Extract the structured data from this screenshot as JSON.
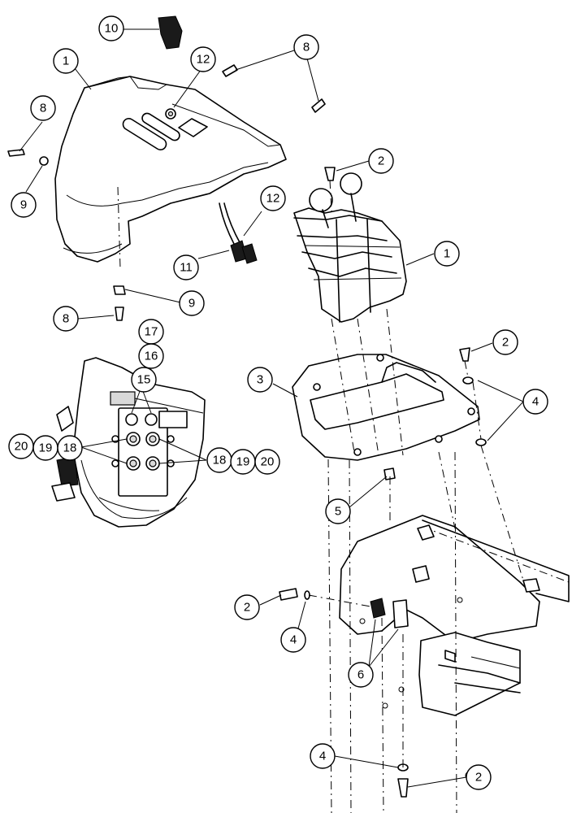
{
  "callouts": [
    {
      "id": "c10",
      "label": "10"
    },
    {
      "id": "c12a",
      "label": "12"
    },
    {
      "id": "c8a",
      "label": "8"
    },
    {
      "id": "c1a",
      "label": "1"
    },
    {
      "id": "c8b",
      "label": "8"
    },
    {
      "id": "c9a",
      "label": "9"
    },
    {
      "id": "c12b",
      "label": "12"
    },
    {
      "id": "c11",
      "label": "11"
    },
    {
      "id": "c9b",
      "label": "9"
    },
    {
      "id": "c8c",
      "label": "8"
    },
    {
      "id": "c2a",
      "label": "2"
    },
    {
      "id": "c1b",
      "label": "1"
    },
    {
      "id": "c17",
      "label": "17"
    },
    {
      "id": "c16",
      "label": "16"
    },
    {
      "id": "c15",
      "label": "15"
    },
    {
      "id": "c2b",
      "label": "2"
    },
    {
      "id": "c3",
      "label": "3"
    },
    {
      "id": "c4a",
      "label": "4"
    },
    {
      "id": "c20a",
      "label": "20"
    },
    {
      "id": "c19a",
      "label": "19"
    },
    {
      "id": "c18a",
      "label": "18"
    },
    {
      "id": "c18b",
      "label": "18"
    },
    {
      "id": "c19b",
      "label": "19"
    },
    {
      "id": "c20b",
      "label": "20"
    },
    {
      "id": "c5",
      "label": "5"
    },
    {
      "id": "c2c",
      "label": "2"
    },
    {
      "id": "c4b",
      "label": "4"
    },
    {
      "id": "c6",
      "label": "6"
    },
    {
      "id": "c4c",
      "label": "4"
    },
    {
      "id": "c2d",
      "label": "2"
    }
  ]
}
